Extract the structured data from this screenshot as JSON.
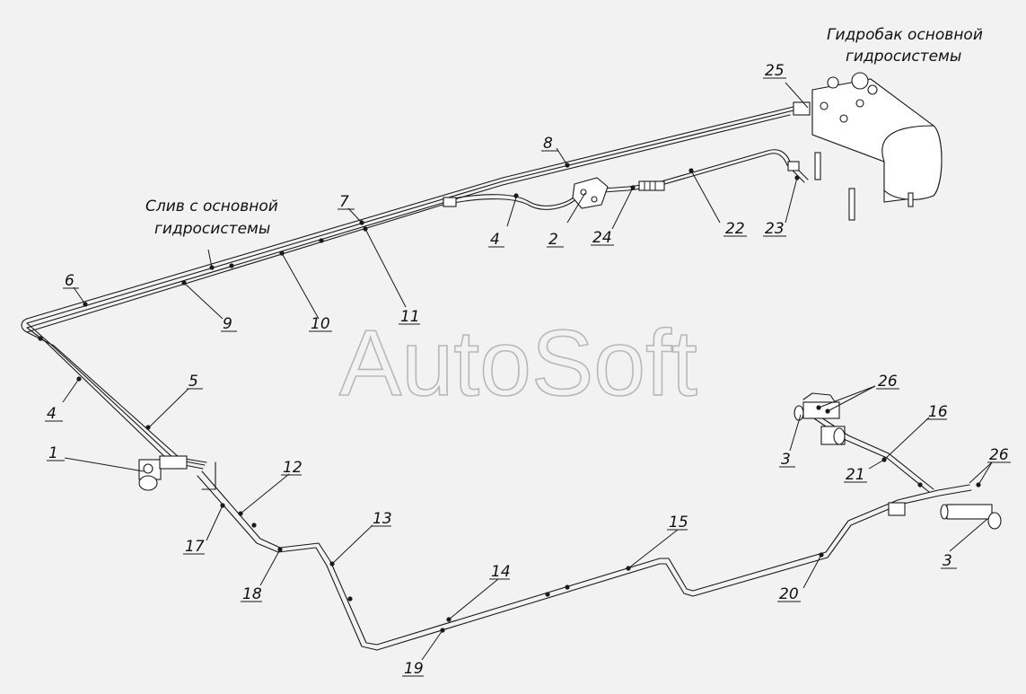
{
  "watermark": "AutoSoft",
  "captions": {
    "tank_line1": "Гидробак основной",
    "tank_line2": "гидросистемы",
    "drain_line1": "Слив с основной",
    "drain_line2": "гидросистемы"
  },
  "callouts": [
    "1",
    "2",
    "3",
    "3",
    "4",
    "4",
    "5",
    "6",
    "7",
    "8",
    "9",
    "10",
    "11",
    "12",
    "13",
    "14",
    "15",
    "16",
    "17",
    "18",
    "19",
    "20",
    "21",
    "22",
    "23",
    "24",
    "25",
    "26",
    "26"
  ]
}
